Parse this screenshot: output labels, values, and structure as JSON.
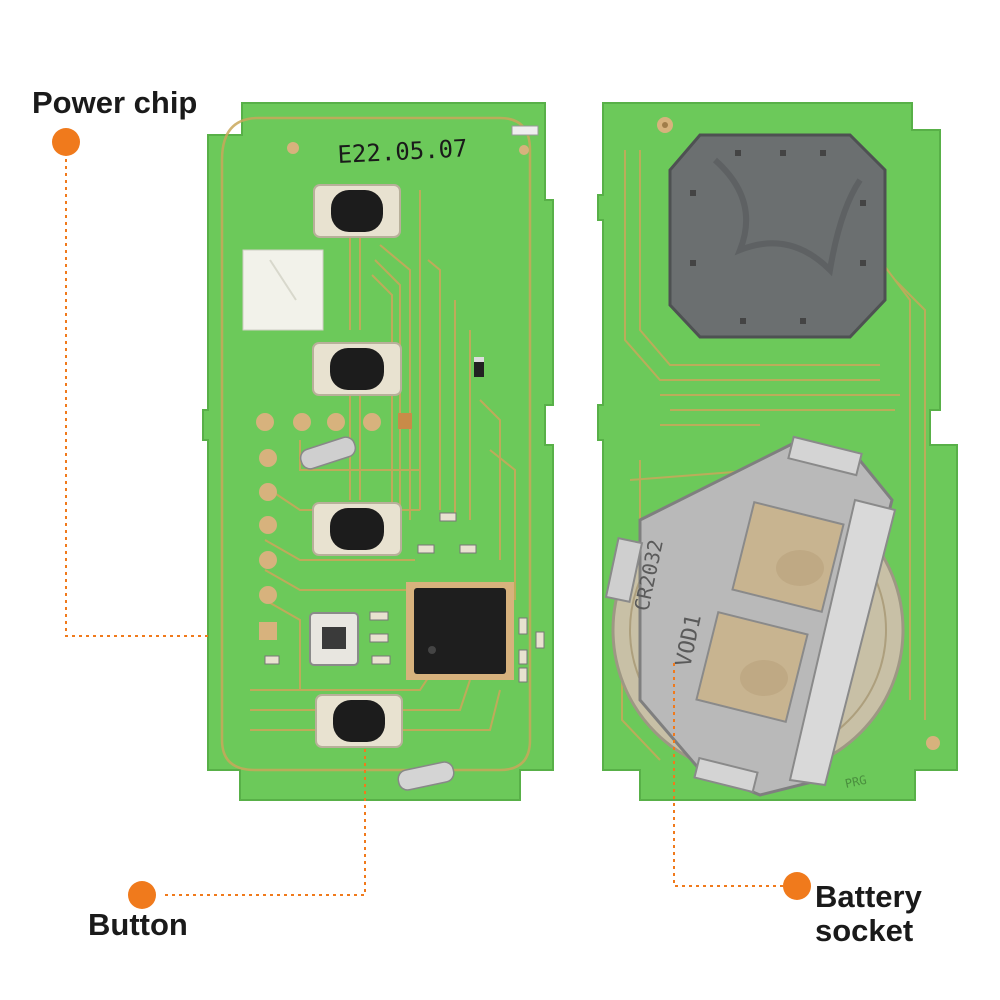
{
  "callouts": {
    "power_chip": "Power chip",
    "button": "Button",
    "battery_socket": "Battery\nsocket"
  },
  "board_marking": "E22.05.07",
  "battery_marking": "CR2032",
  "colors": {
    "pcb_green": "#6cc95a",
    "pcb_light": "#8ad97a",
    "trace": "#c9a75a",
    "pad": "#d7b27d",
    "accent_orange": "#f07a1c",
    "chip_black": "#1e1e1e",
    "metal": "#b9b9b9"
  }
}
